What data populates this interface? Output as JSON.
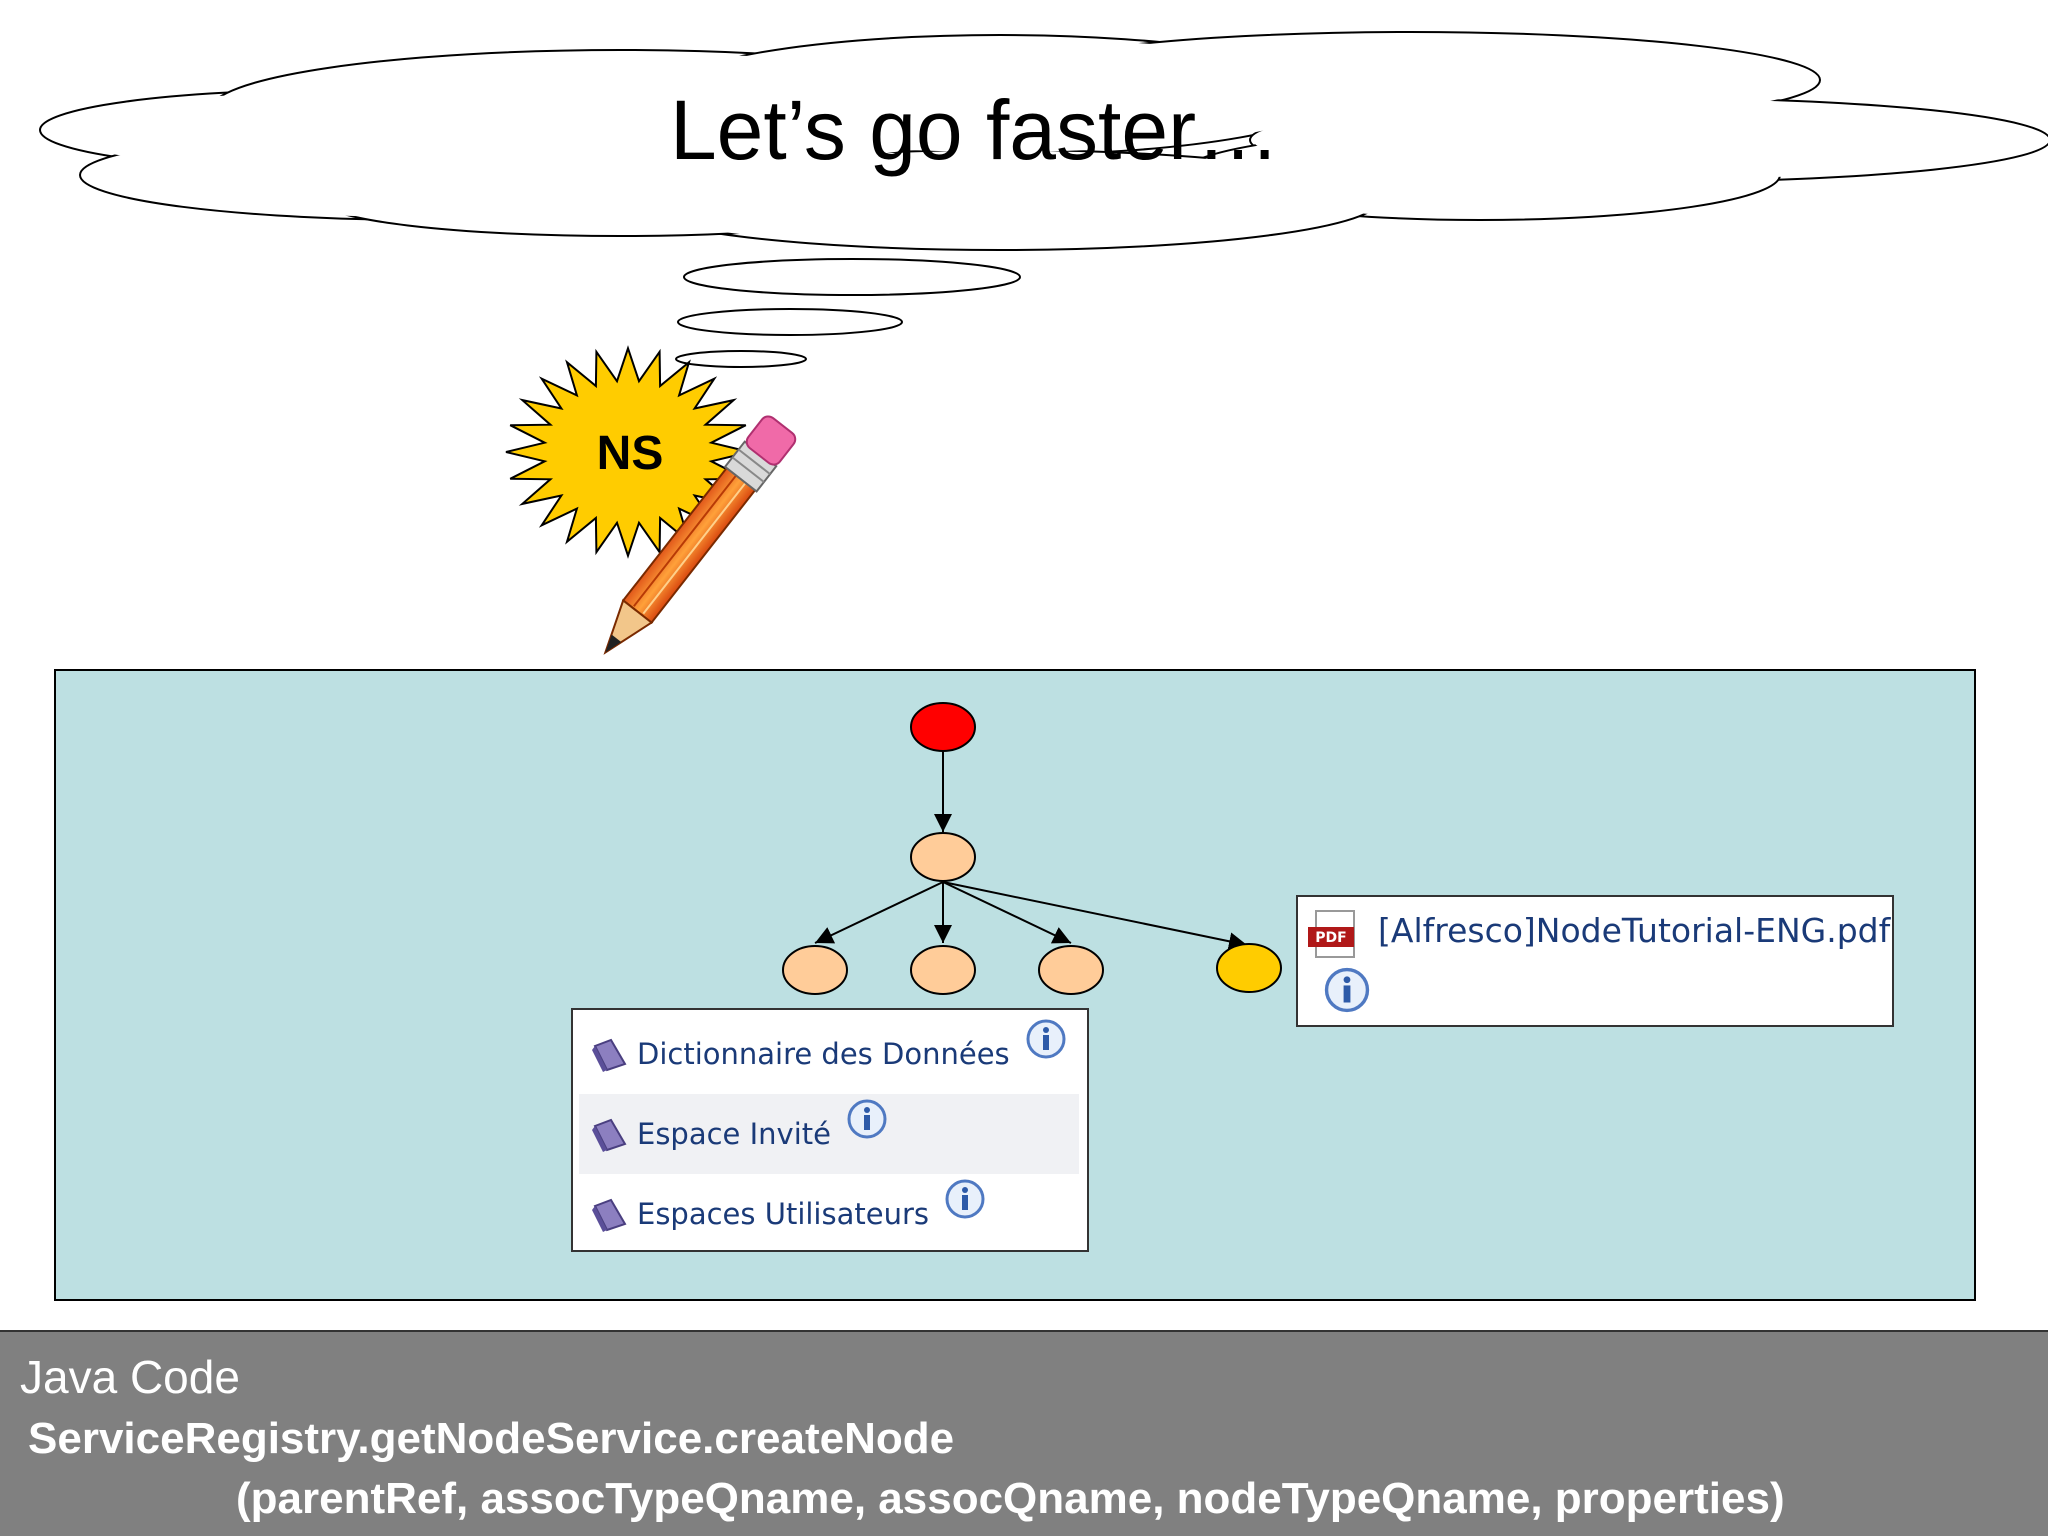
{
  "title": "Let’s go faster…",
  "badge": {
    "label": "NS",
    "icon": "sun-burst-icon"
  },
  "pencil": {
    "icon": "pencil-icon"
  },
  "tree": {
    "root_color": "#ff0000",
    "node_color": "#ffcc99",
    "highlight_color": "#ffcc00",
    "panel_color": "#bde0e2"
  },
  "spaces": [
    {
      "label": "Dictionnaire des Données",
      "icon": "space-folder-icon"
    },
    {
      "label": "Espace Invité",
      "icon": "space-folder-icon"
    },
    {
      "label": "Espaces Utilisateurs",
      "icon": "space-folder-icon"
    }
  ],
  "document": {
    "name": "[Alfresco]NodeTutorial-ENG.pdf",
    "icon": "pdf-file-icon",
    "pdf_text": "PDF"
  },
  "code": {
    "header": "Java Code",
    "line1": "ServiceRegistry.getNodeService.createNode",
    "line2": "(parentRef, assocTypeQname, assocQname, nodeTypeQname, properties)"
  }
}
